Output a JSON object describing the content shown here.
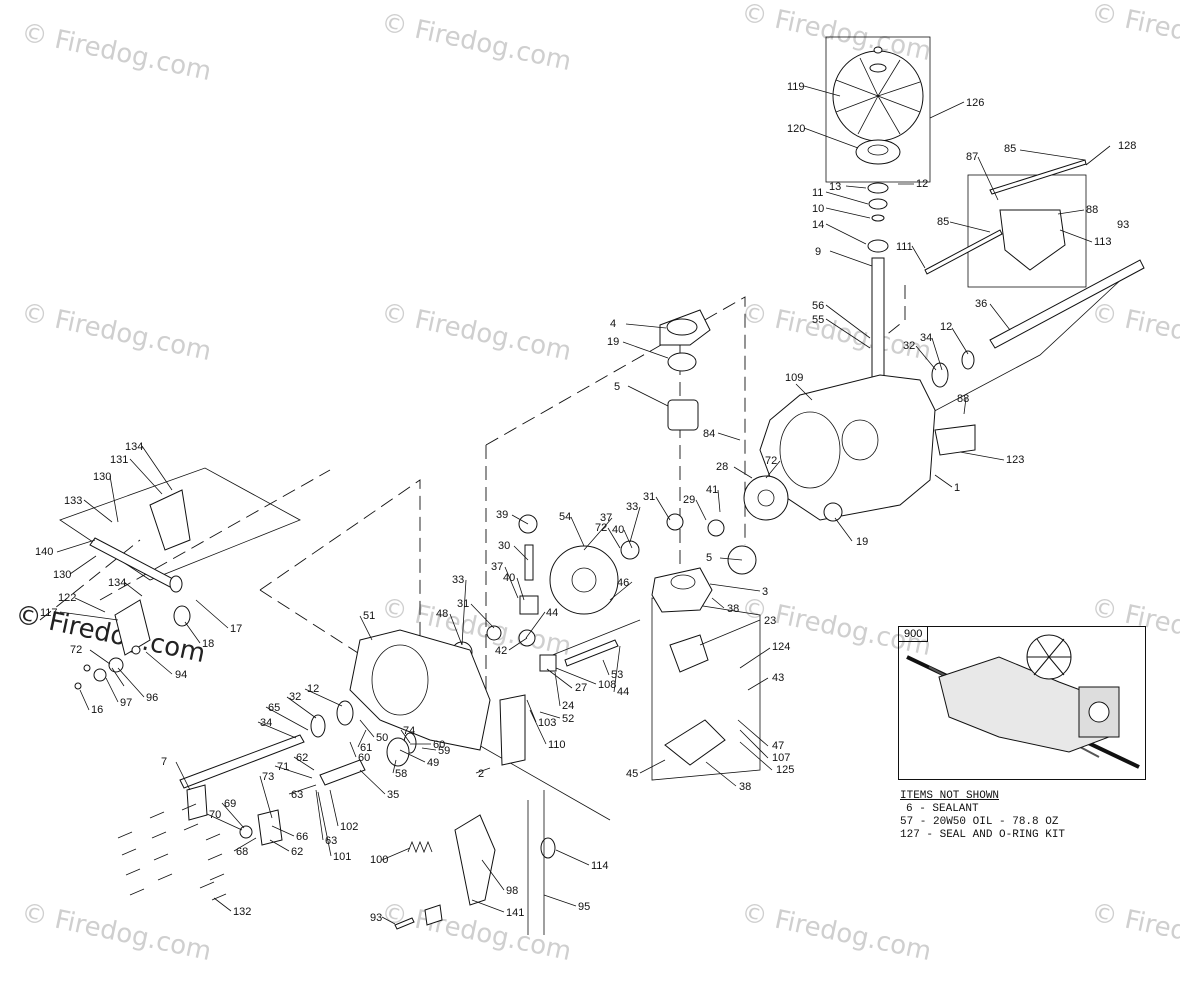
{
  "watermark": {
    "text": "© Firedog.com"
  },
  "inset": {
    "number": "900"
  },
  "notes": {
    "heading": "ITEMS NOT SHOWN",
    "items": [
      "6 - SEALANT",
      "57 - 20W50 OIL - 78.8 OZ",
      "127 - SEAL AND O-RING KIT"
    ]
  },
  "callouts": [
    "119",
    "126",
    "120",
    "13",
    "12",
    "11",
    "10",
    "14",
    "9",
    "111",
    "87",
    "85",
    "128",
    "88",
    "113",
    "93",
    "85",
    "36",
    "56",
    "55",
    "34",
    "12",
    "32",
    "109",
    "88",
    "123",
    "1",
    "84",
    "72",
    "28",
    "19",
    "4",
    "19",
    "5",
    "29",
    "41",
    "31",
    "33",
    "37",
    "40",
    "72",
    "5",
    "3",
    "38",
    "39",
    "30",
    "54",
    "40",
    "37",
    "33",
    "31",
    "48",
    "44",
    "46",
    "23",
    "124",
    "43",
    "47",
    "107",
    "125",
    "45",
    "38",
    "42",
    "27",
    "24",
    "108",
    "44",
    "53",
    "52",
    "103",
    "110",
    "2",
    "51",
    "74",
    "59",
    "60",
    "49",
    "50",
    "61",
    "60",
    "58",
    "35",
    "34",
    "32",
    "12",
    "65",
    "62",
    "71",
    "63",
    "73",
    "69",
    "70",
    "68",
    "66",
    "62",
    "63",
    "102",
    "101",
    "100",
    "114",
    "98",
    "141",
    "95",
    "93",
    "7",
    "132",
    "134",
    "131",
    "130",
    "133",
    "140",
    "130",
    "134",
    "122",
    "117",
    "17",
    "18",
    "94",
    "96",
    "97",
    "16",
    "72"
  ]
}
